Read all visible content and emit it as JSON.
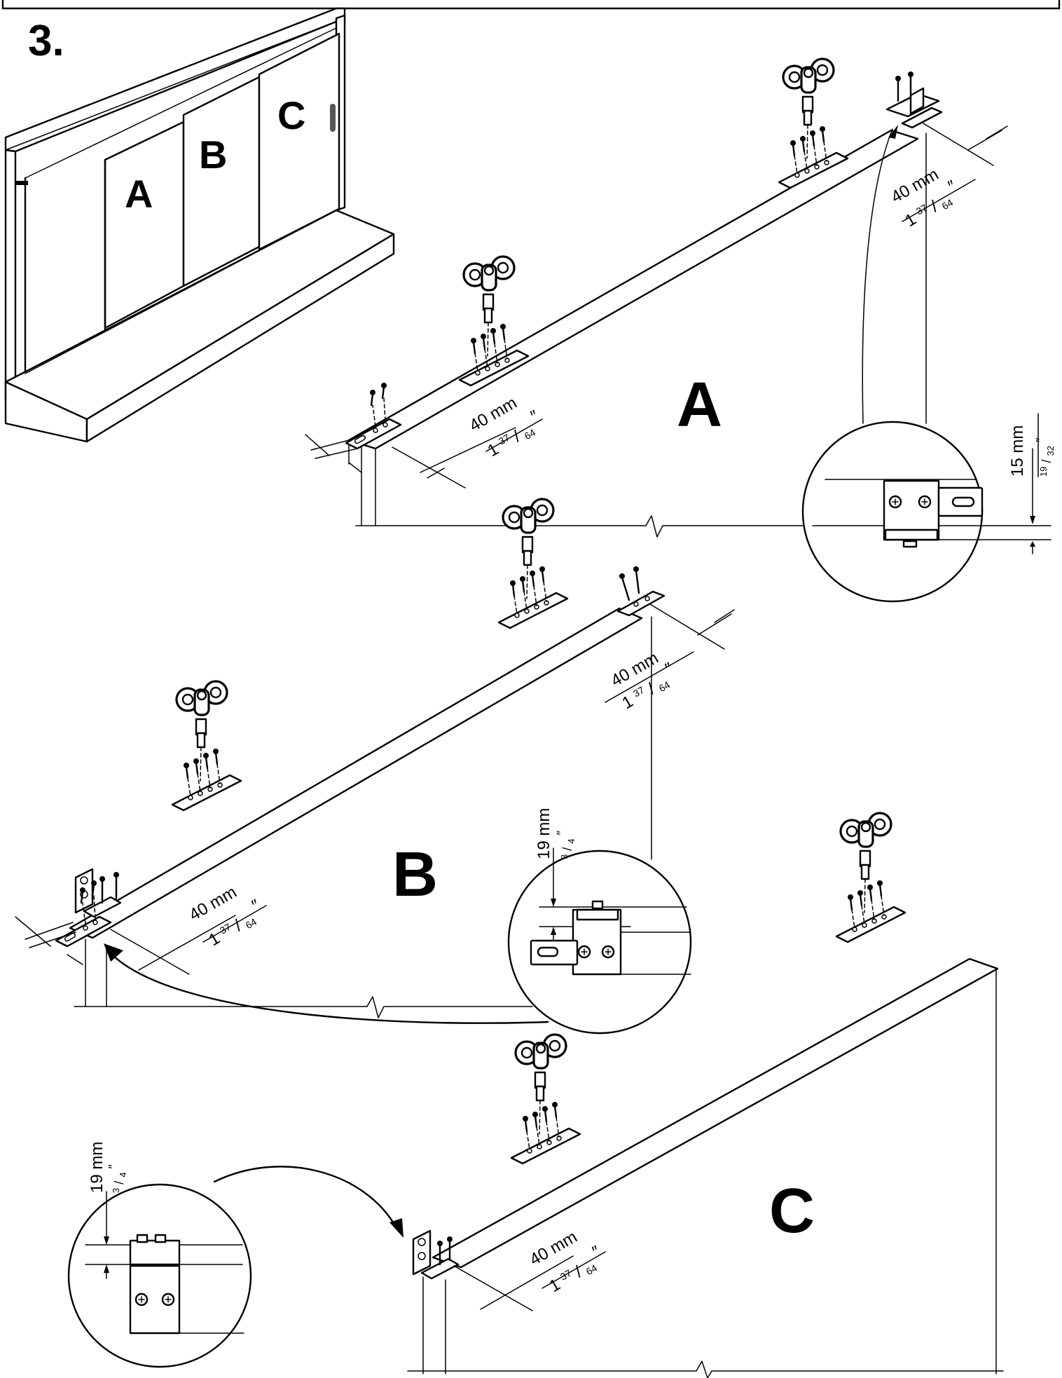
{
  "step_number": "3.",
  "cabinet_labels": [
    "A",
    "B",
    "C"
  ],
  "doors": [
    {
      "label": "A",
      "hardware": [
        "roller-carriage",
        "roller-carriage",
        "corner-bracket",
        "end-plate"
      ]
    },
    {
      "label": "B",
      "hardware": [
        "roller-carriage",
        "roller-carriage",
        "corner-bracket",
        "end-plate"
      ]
    },
    {
      "label": "C",
      "hardware": [
        "roller-carriage",
        "roller-carriage",
        "corner-bracket"
      ]
    }
  ],
  "dimensions": {
    "offset_mm": "40 mm",
    "offset_in_whole": "1",
    "offset_in_num": "37",
    "offset_in_den": "64",
    "detail_a_mm": "15 mm",
    "detail_a_in_num": "19",
    "detail_a_in_den": "32",
    "detail_bc_mm": "19 mm",
    "detail_bc_in_num": "3",
    "detail_bc_in_den": "4"
  },
  "inch_mark": "″"
}
